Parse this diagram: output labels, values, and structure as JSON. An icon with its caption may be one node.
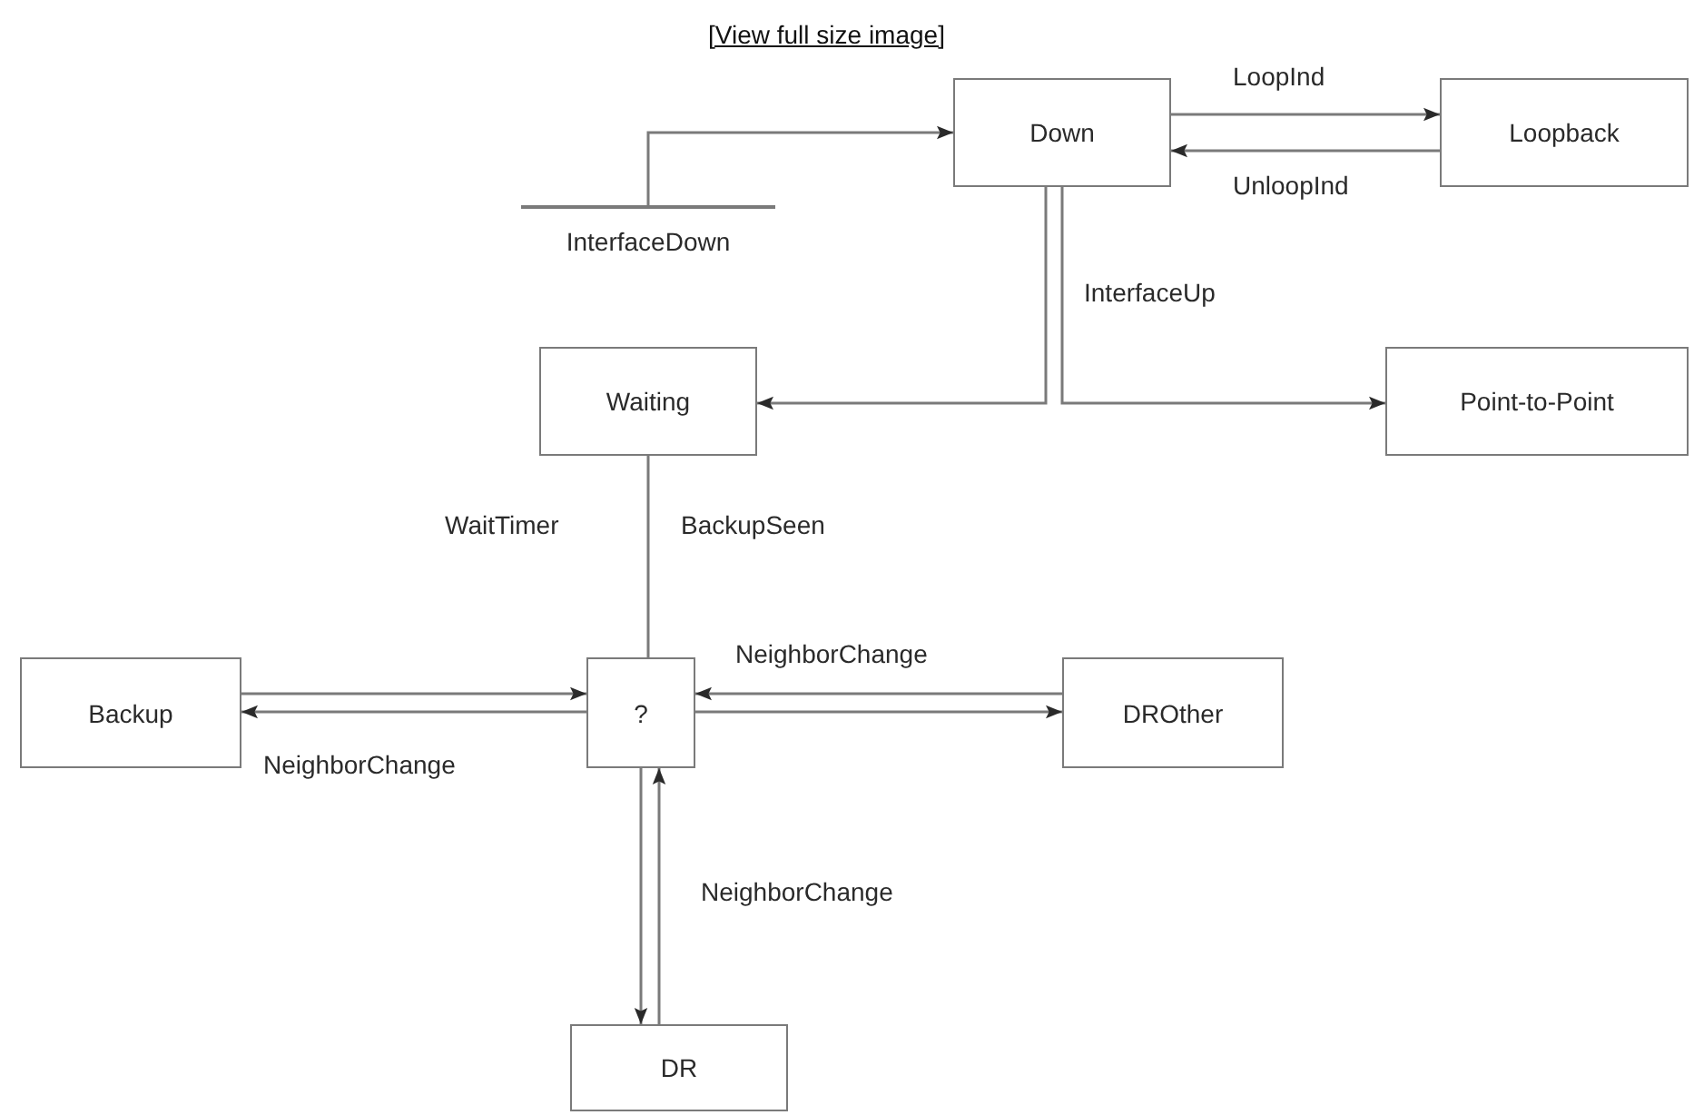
{
  "diagram": {
    "nodes": [
      {
        "text": [
          "Down"
        ]
      },
      {
        "text": [
          "Loopback"
        ]
      },
      {
        "text": [
          "InterfaceDown"
        ]
      },
      {
        "text": [
          "Waiting"
        ]
      },
      {
        "text": [
          "Point-to-Point"
        ]
      },
      {
        "text": [
          "?"
        ]
      },
      {
        "text": [
          "Backup"
        ]
      },
      {
        "text": [
          "DROther"
        ]
      },
      {
        "text": [
          "DR"
        ]
      }
    ],
    "edges": [
      {
        "from": 2,
        "to": 0,
        "arrow": "to"
      },
      {
        "from": 0,
        "to": 1,
        "arrow": "to",
        "label": "LoopInd"
      },
      {
        "from": 1,
        "to": 0,
        "arrow": "to",
        "label": "UnloopInd"
      },
      {
        "from": 0,
        "to": 3,
        "arrow": "to"
      },
      {
        "from": 0,
        "to": 4,
        "arrow": "to",
        "label": "InterfaceUp"
      },
      {
        "from": 3,
        "to": 5,
        "arrow": "none",
        "label": "WaitTimer"
      },
      {
        "from": 6,
        "to": 5,
        "arrow": "to"
      },
      {
        "from": 5,
        "to": 6,
        "arrow": "to",
        "label": "NeighborChange"
      },
      {
        "from": 7,
        "to": 5,
        "arrow": "to",
        "label": "NeighborChange"
      },
      {
        "from": 5,
        "to": 7,
        "arrow": "to"
      },
      {
        "from": 5,
        "to": 8,
        "arrow": "to"
      },
      {
        "from": 8,
        "to": 5,
        "arrow": "to",
        "label": "NeighborChange"
      }
    ],
    "labels": [
      "[View full size image]",
      "BackupSeen"
    ]
  }
}
